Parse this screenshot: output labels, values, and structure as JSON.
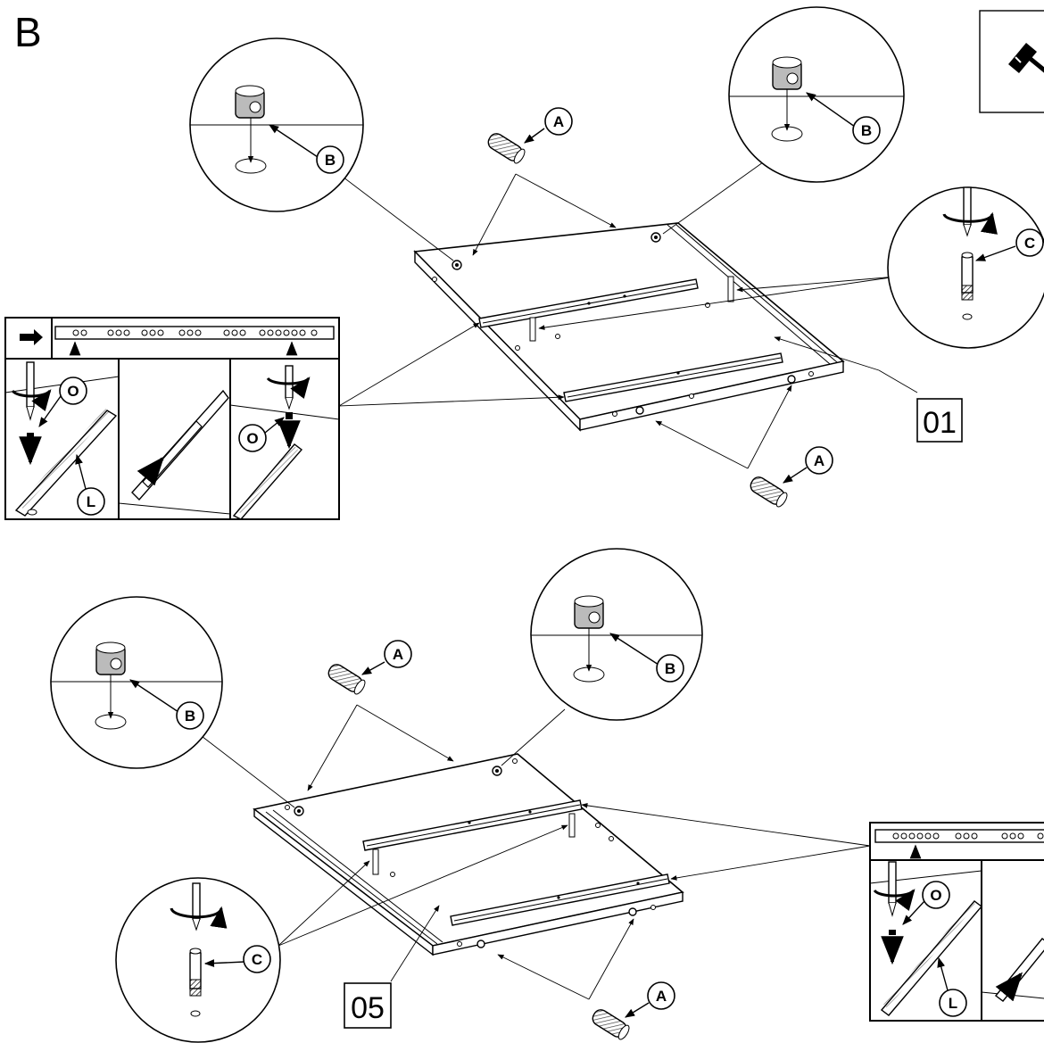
{
  "step_label": "B",
  "callouts": {
    "dowel": "A",
    "cam_lock": "B",
    "cam_bolt": "C",
    "screw": "O",
    "rail": "L"
  },
  "part_numbers": {
    "upper_panel": "01",
    "lower_panel": "05"
  },
  "icons": [
    "hammer-icon",
    "screwdriver-icon",
    "rotate-arrow-icon",
    "cam-lock-icon",
    "dowel-icon",
    "direction-arrow-icon"
  ]
}
